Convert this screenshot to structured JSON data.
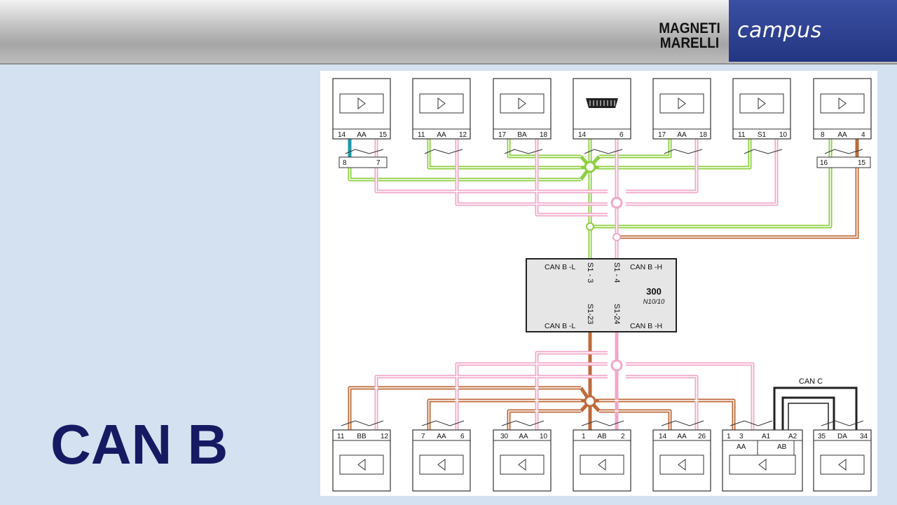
{
  "header": {
    "brand_top": "MAGNETI",
    "brand_bottom": "MARELLI",
    "campus": "campus",
    "colors": {
      "brand_blue": "#233682",
      "bar_gray": "#b8b8b8"
    }
  },
  "slide": {
    "title": "CAN B",
    "title_color": "#151a63"
  },
  "diagram": {
    "wire_colors": {
      "can_low": "#8dcf3f",
      "can_high": "#f2a7c8",
      "brown": "#bf6a3a",
      "teal": "#1f9aa5"
    },
    "gateway": {
      "number": "300",
      "code": "N10/10",
      "pins": {
        "top_left": "S1 - 3",
        "top_right": "S1 - 4",
        "bottom_left": "S1-23",
        "bottom_right": "S1-24"
      },
      "labels": {
        "top_left": "CAN B -L",
        "top_right": "CAN B -H",
        "bottom_left": "CAN B -L",
        "bottom_right": "CAN B -H"
      }
    },
    "can_c_label": "CAN C",
    "top_modules": [
      {
        "left_pin": "14",
        "mid": "AA",
        "right_pin": "15"
      },
      {
        "left_pin": "11",
        "mid": "AA",
        "right_pin": "12"
      },
      {
        "left_pin": "17",
        "mid": "BA",
        "right_pin": "18"
      },
      {
        "left_pin": "14",
        "mid": "",
        "right_pin": "6"
      },
      {
        "left_pin": "17",
        "mid": "AA",
        "right_pin": "18"
      },
      {
        "left_pin": "11",
        "mid": "S1",
        "right_pin": "10"
      },
      {
        "left_pin": "8",
        "mid": "AA",
        "right_pin": "4"
      }
    ],
    "connectors": [
      {
        "left_pin": "8",
        "right_pin": "7"
      },
      {
        "left_pin": "16",
        "right_pin": "15"
      }
    ],
    "bottom_modules": [
      {
        "left_pin": "11",
        "mid": "BB",
        "right_pin": "12"
      },
      {
        "left_pin": "7",
        "mid": "AA",
        "right_pin": "6"
      },
      {
        "left_pin": "30",
        "mid": "AA",
        "right_pin": "10"
      },
      {
        "left_pin": "1",
        "mid": "AB",
        "right_pin": "2"
      },
      {
        "left_pin": "14",
        "mid": "AA",
        "right_pin": "26"
      },
      {
        "pin_a": "1",
        "pin_b": "3",
        "pin_c": "A1",
        "pin_d": "A2",
        "sub_left": "AA",
        "sub_right": "AB"
      },
      {
        "left_pin": "35",
        "mid": "DA",
        "right_pin": "34"
      }
    ]
  }
}
